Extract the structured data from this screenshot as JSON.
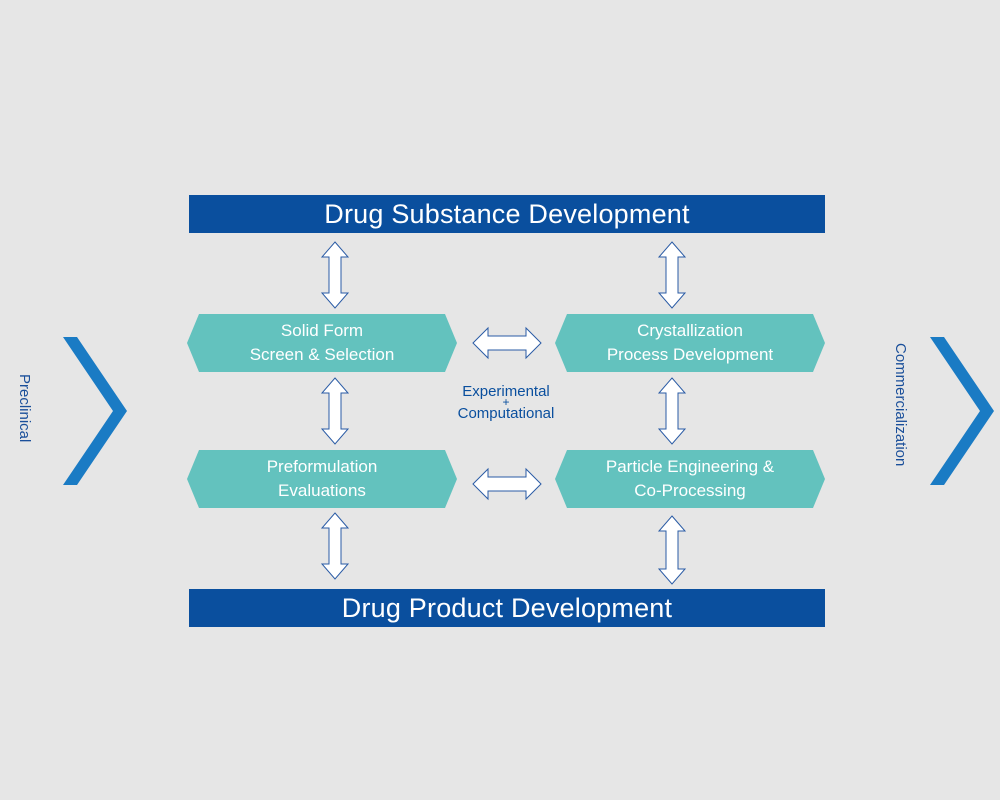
{
  "diagram": {
    "top_banner": "Drug Substance Development",
    "bottom_banner": "Drug Product Development",
    "boxes": {
      "solid_form": [
        "Solid Form",
        "Screen & Selection"
      ],
      "crystallization": [
        "Crystallization",
        "Process Development"
      ],
      "preformulation": [
        "Preformulation",
        "Evaluations"
      ],
      "particle": [
        "Particle Engineering &",
        "Co-Processing"
      ]
    },
    "center": {
      "line1": "Experimental",
      "line2": "+",
      "line3": "Computational"
    },
    "side_left": "Preclinical",
    "side_right": "Commercialization"
  },
  "colors": {
    "background": "#e6e6e6",
    "banner": "#0a4f9e",
    "box_fill": "#63c2be",
    "chevron": "#1a7bc4",
    "arrow_stroke": "#2a5ba5",
    "text_dark": "#0a4f9e"
  },
  "icons": [
    "double-arrow-vertical-icon",
    "double-arrow-horizontal-icon",
    "chevron-right-icon"
  ]
}
